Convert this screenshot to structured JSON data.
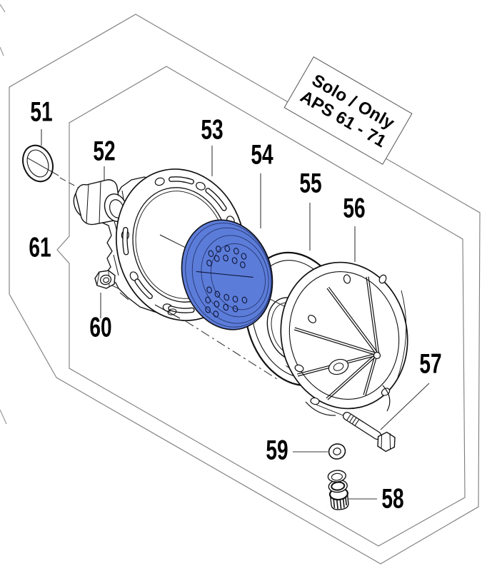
{
  "diagram": {
    "note_box": {
      "line1": "Solo / Only",
      "line2": "APS 61 - 71"
    },
    "part_labels": [
      {
        "number": "51"
      },
      {
        "number": "52"
      },
      {
        "number": "53"
      },
      {
        "number": "54"
      },
      {
        "number": "55"
      },
      {
        "number": "56"
      },
      {
        "number": "57"
      },
      {
        "number": "58"
      },
      {
        "number": "59"
      },
      {
        "number": "60"
      },
      {
        "number": "61"
      }
    ],
    "colors": {
      "diaphragm_fill": "#5C7CD9",
      "line_color": "#1a1a1a",
      "border_color": "#7b7b7b"
    }
  }
}
